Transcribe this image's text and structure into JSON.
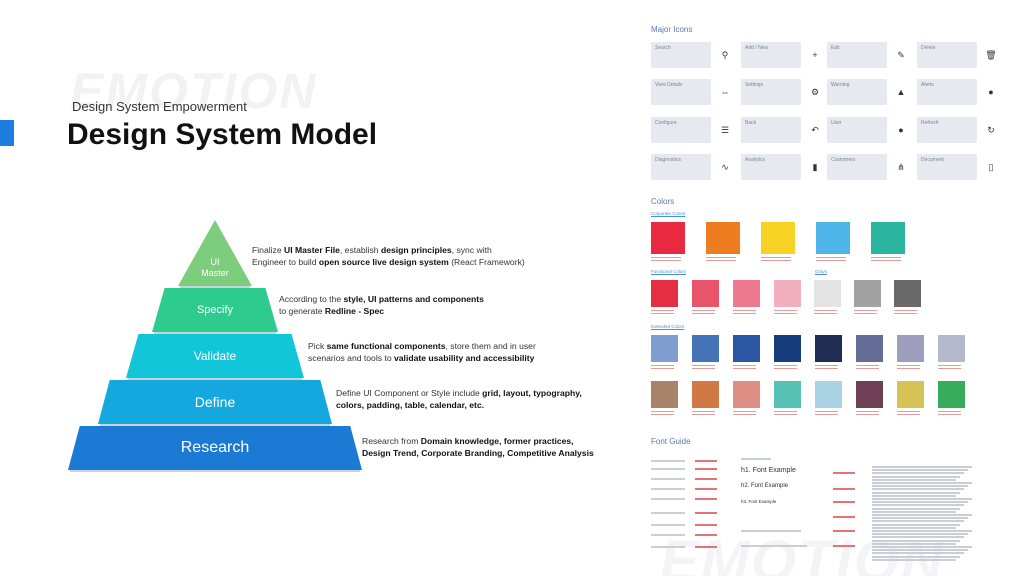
{
  "watermark_top": "EMOTION",
  "watermark_bottom": "EMOTION",
  "subtitle": "Design System Empowerment",
  "title": "Design System Model",
  "pyramid": {
    "tiers": [
      {
        "label_line1": "UI",
        "label_line2": "Master"
      },
      {
        "label": "Specify"
      },
      {
        "label": "Validate"
      },
      {
        "label": "Define"
      },
      {
        "label": "Research"
      }
    ],
    "descriptions": [
      {
        "parts": [
          "Finalize ",
          "UI Master File",
          ", establish ",
          "design principles",
          ", sync with",
          "Engineer to build ",
          "open source live design system",
          " (React Framework)"
        ]
      },
      {
        "parts": [
          "According to the ",
          "style, UI patterns and components",
          "to generate ",
          "Redline - Spec"
        ]
      },
      {
        "parts": [
          "Pick ",
          "same functional components",
          ", store them and in user",
          "scenarios and tools to ",
          "validate usability and accessibility"
        ]
      },
      {
        "parts": [
          "Define UI Component or Style include ",
          "grid, layout, typography,",
          "colors, padding, table, calendar, etc."
        ]
      },
      {
        "parts": [
          "Research from ",
          "Domain knowledge, former practices,",
          "Design Trend, Corporate Branding, Competitive Analysis"
        ]
      }
    ]
  },
  "panel": {
    "major_icons_title": "Major Icons",
    "icons": [
      {
        "name": "Search",
        "glyph": "⚲",
        "icon": "search-icon"
      },
      {
        "name": "Add / New",
        "glyph": "+",
        "icon": "add-icon"
      },
      {
        "name": "Edit",
        "glyph": "✎",
        "icon": "edit-icon"
      },
      {
        "name": "Delete",
        "glyph": "🗑",
        "icon": "delete-icon"
      },
      {
        "name": "View Details",
        "glyph": "⇔",
        "icon": "view-details-icon"
      },
      {
        "name": "Settings",
        "glyph": "⚙",
        "icon": "settings-icon"
      },
      {
        "name": "Warning",
        "glyph": "▲",
        "icon": "warning-icon"
      },
      {
        "name": "Alerts",
        "glyph": "●",
        "icon": "alert-icon"
      },
      {
        "name": "Configure",
        "glyph": "☰",
        "icon": "configure-icon"
      },
      {
        "name": "Back",
        "glyph": "↶",
        "icon": "back-icon"
      },
      {
        "name": "User",
        "glyph": "●",
        "icon": "user-icon"
      },
      {
        "name": "Refresh",
        "glyph": "↻",
        "icon": "refresh-icon"
      },
      {
        "name": "Diagnostics",
        "glyph": "∿",
        "icon": "diagnostics-icon"
      },
      {
        "name": "Analytics",
        "glyph": "▮",
        "icon": "analytics-icon"
      },
      {
        "name": "Customers",
        "glyph": "⋔",
        "icon": "customers-icon"
      },
      {
        "name": "Document",
        "glyph": "▯",
        "icon": "document-icon"
      }
    ],
    "colors_title": "Colors",
    "colors_sub1": "Corporate Colors",
    "colors_sub2": "Functional Colors",
    "colors_sub3": "Grays",
    "colors_sub4": "Extended Colors",
    "corporate_colors": [
      "#e8293f",
      "#ee7d21",
      "#f5d224",
      "#4db5ea",
      "#2bb5a0"
    ],
    "functional_colors": [
      "#e52d44",
      "#e8556a",
      "#ec7a8c",
      "#f2b0be"
    ],
    "gray_colors": [
      "#e3e3e3",
      "#a2a2a2",
      "#6a6a6a"
    ],
    "extended_row1": [
      "#7e9fd0",
      "#4473b8",
      "#2b56a3",
      "#153d7d",
      "#1f2d52",
      "#626c96",
      "#9d9dbd",
      "#b3b8cc"
    ],
    "extended_row2": [
      "#a8836a",
      "#d17945",
      "#df8e86",
      "#57c0b5",
      "#a9d3e4",
      "#6f3f55",
      "#d7c258",
      "#37ad5c"
    ],
    "font_guide_title": "Font Guide",
    "font_h1": "h1. Font Example",
    "font_h2": "h2. Font Example",
    "font_h3": "h3. Font Example"
  },
  "colors": {
    "accent": "#1e7be0",
    "tier1": "#7ecd7c",
    "tier2": "#2ecb8e",
    "tier3": "#11c6d8",
    "tier4": "#14a8de",
    "tier5": "#1b7ad3"
  }
}
